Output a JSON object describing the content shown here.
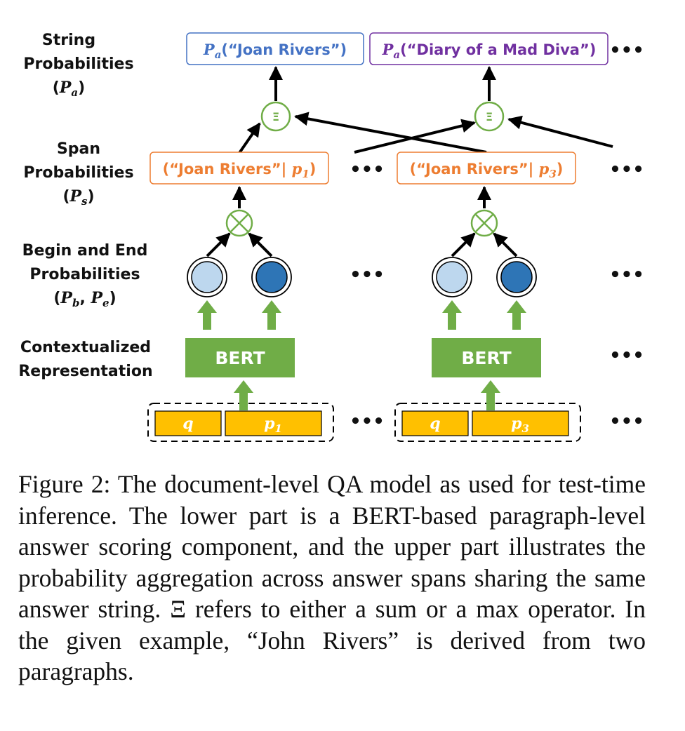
{
  "labels": {
    "string_prob": {
      "line1": "String",
      "line2": "Probabilities",
      "open": "(",
      "sym": "P",
      "sub": "a",
      "close": ")"
    },
    "span_prob": {
      "line1": "Span",
      "line2": "Probabilities",
      "open": "(",
      "sym": "P",
      "sub": "s",
      "close": ")"
    },
    "begin_end_prob": {
      "line1": "Begin and End",
      "line2": "Probabilities",
      "open": "(",
      "sym1": "P",
      "sub1": "b",
      "comma": ", ",
      "sym2": "P",
      "sub2": "e",
      "close": ")"
    },
    "contextual": {
      "line1": "Contextualized",
      "line2": "Representation"
    }
  },
  "string_boxes": [
    {
      "sym": "P",
      "sub": "a",
      "text": "(“Joan Rivers”)",
      "color": "#4472c4"
    },
    {
      "sym": "P",
      "sub": "a",
      "text": "(“Diary of a Mad Diva”)",
      "color": "#7030a0"
    }
  ],
  "span_boxes": [
    {
      "text": "(“Joan Rivers”| ",
      "sym": "p",
      "sub": "1",
      "close": ")",
      "color": "#ed7d31"
    },
    {
      "text": "(“Joan Rivers”| ",
      "sym": "p",
      "sub": "3",
      "close": ")",
      "color": "#ed7d31"
    }
  ],
  "aggregate_symbol": "Ξ",
  "bert_label": "BERT",
  "inputs": [
    {
      "q": "q",
      "p": "p",
      "p_sub": "1"
    },
    {
      "q": "q",
      "p": "p",
      "p_sub": "3"
    }
  ],
  "ellipsis": "•••",
  "colors": {
    "blue": "#4472c4",
    "purple": "#7030a0",
    "orange": "#ed7d31",
    "green": "#70ad47",
    "token_fill": "#ffc000",
    "begin_circle": "#bdd7ee",
    "end_circle": "#2e75b6"
  },
  "caption": "Figure 2: The document-level QA model as used for test-time inference. The lower part is a BERT-based paragraph-level answer scoring component, and the upper part illustrates the probability aggregation across answer spans sharing the same answer string. Ξ refers to either a sum or a max operator. In the given example, “John Rivers” is derived from two paragraphs."
}
